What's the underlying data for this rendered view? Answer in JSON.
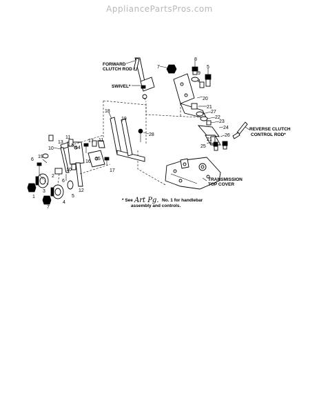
{
  "header": {
    "site": "AppliancePartsPros.com"
  },
  "labels": {
    "forward_clutch_rod_1": "FORWARD",
    "forward_clutch_rod_2": "CLUTCH ROD *",
    "swivel": "SWIVEL*",
    "reverse_clutch_rod_1": "REVERSE CLUTCH",
    "reverse_clutch_rod_2": "CONTROL ROD*",
    "transmission_1": "TRANSMISSION",
    "transmission_2": "TOP COVER"
  },
  "note": {
    "star": "* See",
    "handwritten": "Art Pg.",
    "line1": "No. 1 for handlebar",
    "line2": "assembly and controls."
  },
  "callouts": [
    "1",
    "2",
    "3",
    "4",
    "5",
    "6",
    "7",
    "8",
    "9",
    "10",
    "11",
    "12",
    "13",
    "14",
    "15",
    "16",
    "17",
    "18",
    "19",
    "20",
    "21",
    "22",
    "23",
    "24",
    "25",
    "26",
    "27",
    "28"
  ]
}
